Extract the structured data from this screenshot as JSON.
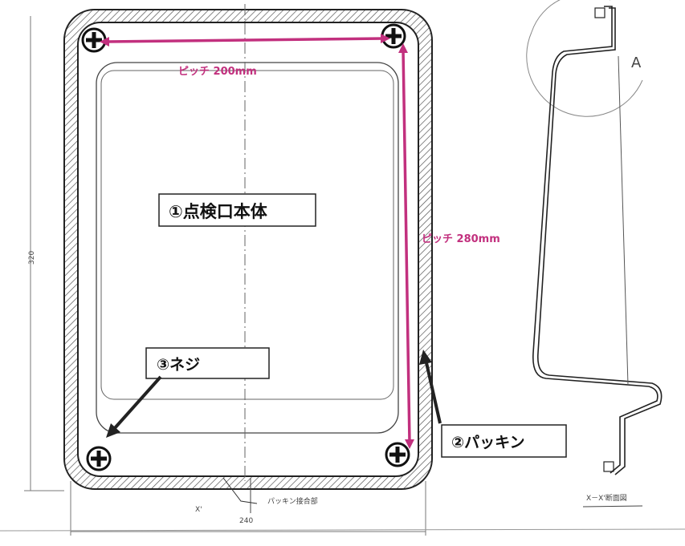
{
  "labels": {
    "main_body": "①点検口本体",
    "screw": "③ネジ",
    "packing": "②パッキン",
    "pitch_horizontal": "ピッチ 200mm",
    "pitch_vertical": "ピッチ 280mm",
    "packing_joint": "パッキン接合部",
    "section_title": "X－X'断面図",
    "section_marker": "X'",
    "detail_marker": "A"
  },
  "dimensions": {
    "height": "320",
    "width": "240"
  },
  "colors": {
    "pitch": "#c2307e",
    "line": "#222222"
  }
}
